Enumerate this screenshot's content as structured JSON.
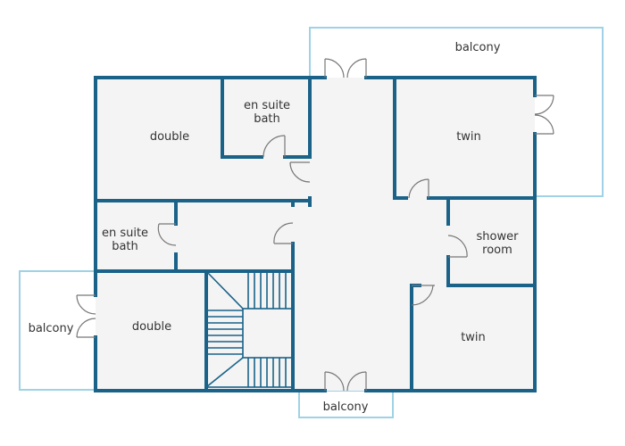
{
  "colors": {
    "wall": "#1a6288",
    "balcony_outline": "#9fd2e6",
    "floor": "#f4f4f4",
    "door": "#777777"
  },
  "balconies": {
    "top_right": "balcony",
    "left": "balcony",
    "bottom": "balcony"
  },
  "rooms": {
    "double_top": "double",
    "en_suite_top_line1": "en suite",
    "en_suite_top_line2": "bath",
    "twin_top": "twin",
    "en_suite_left_line1": "en suite",
    "en_suite_left_line2": "bath",
    "shower_line1": "shower",
    "shower_line2": "room",
    "double_bottom": "double",
    "twin_bottom": "twin"
  }
}
